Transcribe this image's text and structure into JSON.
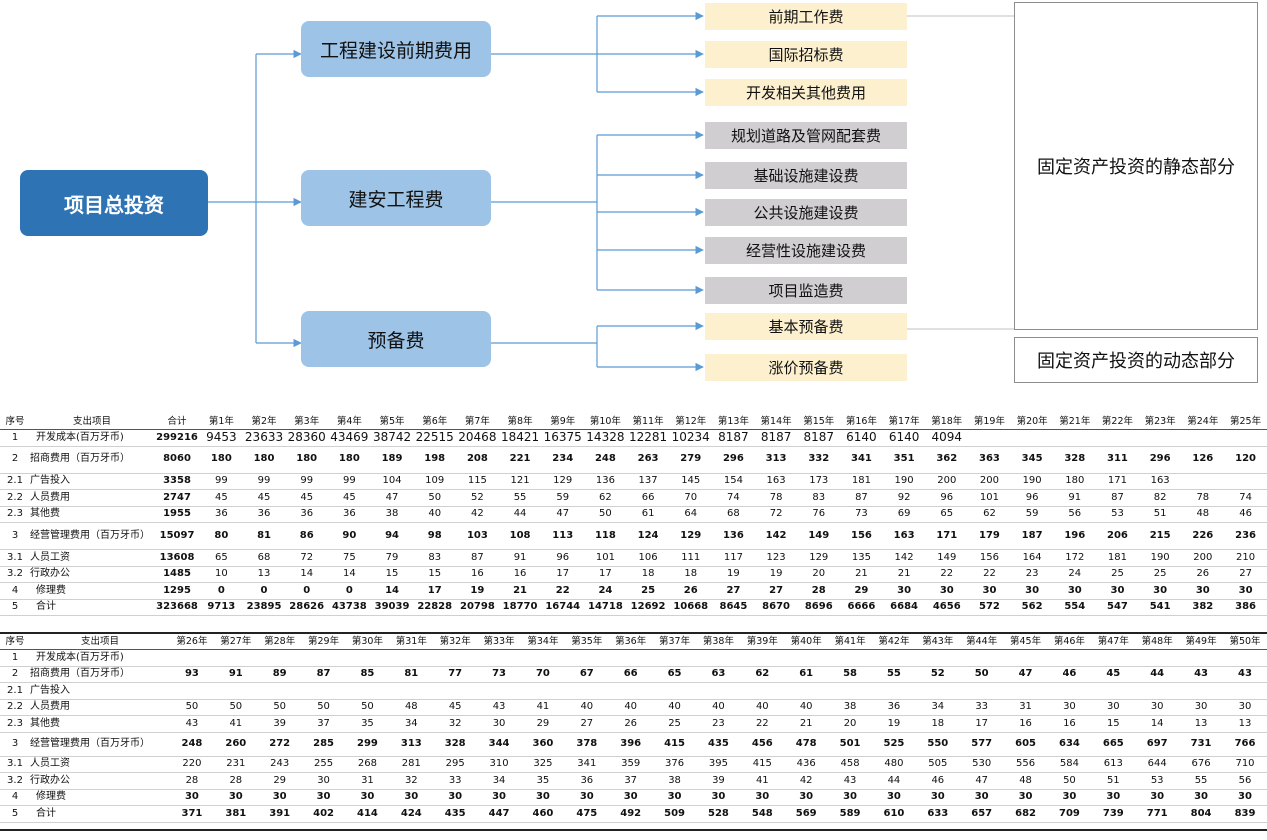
{
  "diagram": {
    "root": "项目总投资",
    "mid": [
      "工程建设前期费用",
      "建安工程费",
      "预备费"
    ],
    "leaves": [
      "前期工作费",
      "国际招标费",
      "开发相关其他费用",
      "规划道路及管网配套费",
      "基础设施建设费",
      "公共设施建设费",
      "经营性设施建设费",
      "项目监造费",
      "基本预备费",
      "涨价预备费"
    ],
    "static_label": "固定资产投资的静态部分",
    "dynamic_label": "固定资产投资的动态部分",
    "colors": {
      "root": "#2e74b5",
      "mid": "#9dc3e6",
      "leaf_yellow": "#fdf0cf",
      "leaf_gray": "#d0ced0",
      "line": "#5b9bd5"
    }
  },
  "table1": {
    "headers": [
      "序号",
      "支出项目",
      "合计",
      "第1年",
      "第2年",
      "第3年",
      "第4年",
      "第5年",
      "第6年",
      "第7年",
      "第8年",
      "第9年",
      "第10年",
      "第11年",
      "第12年",
      "第13年",
      "第14年",
      "第15年",
      "第16年",
      "第17年",
      "第18年",
      "第19年",
      "第20年",
      "第21年",
      "第22年",
      "第23年",
      "第24年",
      "第25年"
    ],
    "rows": [
      {
        "no": "1",
        "name": "开发成本(百万牙币)",
        "total": "299216",
        "values": [
          "9453",
          "23633",
          "28360",
          "43469",
          "38742",
          "22515",
          "20468",
          "18421",
          "16375",
          "14328",
          "12281",
          "10234",
          "8187",
          "8187",
          "8187",
          "6140",
          "6140",
          "4094",
          "",
          "",
          "",
          "",
          "",
          "",
          ""
        ]
      },
      {
        "no": "2",
        "name": "招商费用（百万牙币）",
        "total": "8060",
        "values": [
          "180",
          "180",
          "180",
          "180",
          "189",
          "198",
          "208",
          "221",
          "234",
          "248",
          "263",
          "279",
          "296",
          "313",
          "332",
          "341",
          "351",
          "362",
          "363",
          "345",
          "328",
          "311",
          "296",
          "126",
          "120"
        ]
      },
      {
        "no": "2.1",
        "name": "广告投入",
        "total": "3358",
        "values": [
          "99",
          "99",
          "99",
          "99",
          "104",
          "109",
          "115",
          "121",
          "129",
          "136",
          "137",
          "145",
          "154",
          "163",
          "173",
          "181",
          "190",
          "200",
          "200",
          "190",
          "180",
          "171",
          "163",
          "",
          ""
        ]
      },
      {
        "no": "2.2",
        "name": "人员费用",
        "total": "2747",
        "values": [
          "45",
          "45",
          "45",
          "45",
          "47",
          "50",
          "52",
          "55",
          "59",
          "62",
          "66",
          "70",
          "74",
          "78",
          "83",
          "87",
          "92",
          "96",
          "101",
          "96",
          "91",
          "87",
          "82",
          "78",
          "74"
        ]
      },
      {
        "no": "2.3",
        "name": "其他费",
        "total": "1955",
        "values": [
          "36",
          "36",
          "36",
          "36",
          "38",
          "40",
          "42",
          "44",
          "47",
          "50",
          "61",
          "64",
          "68",
          "72",
          "76",
          "73",
          "69",
          "65",
          "62",
          "59",
          "56",
          "53",
          "51",
          "48",
          "46"
        ]
      },
      {
        "no": "3",
        "name": "经营管理费用（百万牙币）",
        "total": "15097",
        "values": [
          "80",
          "81",
          "86",
          "90",
          "94",
          "98",
          "103",
          "108",
          "113",
          "118",
          "124",
          "129",
          "136",
          "142",
          "149",
          "156",
          "163",
          "171",
          "179",
          "187",
          "196",
          "206",
          "215",
          "226",
          "236"
        ]
      },
      {
        "no": "3.1",
        "name": "人员工资",
        "total": "13608",
        "values": [
          "65",
          "68",
          "72",
          "75",
          "79",
          "83",
          "87",
          "91",
          "96",
          "101",
          "106",
          "111",
          "117",
          "123",
          "129",
          "135",
          "142",
          "149",
          "156",
          "164",
          "172",
          "181",
          "190",
          "200",
          "210"
        ]
      },
      {
        "no": "3.2",
        "name": "行政办公",
        "total": "1485",
        "values": [
          "10",
          "13",
          "14",
          "14",
          "15",
          "15",
          "16",
          "16",
          "17",
          "17",
          "18",
          "18",
          "19",
          "19",
          "20",
          "21",
          "21",
          "22",
          "22",
          "23",
          "24",
          "25",
          "25",
          "26",
          "27"
        ]
      },
      {
        "no": "4",
        "name": "修理费",
        "total": "1295",
        "values": [
          "0",
          "0",
          "0",
          "0",
          "14",
          "17",
          "19",
          "21",
          "22",
          "24",
          "25",
          "26",
          "27",
          "27",
          "28",
          "29",
          "30",
          "30",
          "30",
          "30",
          "30",
          "30",
          "30",
          "30",
          "30"
        ]
      },
      {
        "no": "5",
        "name": "合计",
        "total": "323668",
        "values": [
          "9713",
          "23895",
          "28626",
          "43738",
          "39039",
          "22828",
          "20798",
          "18770",
          "16744",
          "14718",
          "12692",
          "10668",
          "8645",
          "8670",
          "8696",
          "6666",
          "6684",
          "4656",
          "572",
          "562",
          "554",
          "547",
          "541",
          "382",
          "386"
        ]
      }
    ]
  },
  "table2": {
    "headers": [
      "序号",
      "支出项目",
      "第26年",
      "第27年",
      "第28年",
      "第29年",
      "第30年",
      "第31年",
      "第32年",
      "第33年",
      "第34年",
      "第35年",
      "第36年",
      "第37年",
      "第38年",
      "第39年",
      "第40年",
      "第41年",
      "第42年",
      "第43年",
      "第44年",
      "第45年",
      "第46年",
      "第47年",
      "第48年",
      "第49年",
      "第50年"
    ],
    "rows": [
      {
        "no": "1",
        "name": "开发成本(百万牙币)",
        "values": [
          "",
          "",
          "",
          "",
          "",
          "",
          "",
          "",
          "",
          "",
          "",
          "",
          "",
          "",
          "",
          "",
          "",
          "",
          "",
          "",
          "",
          "",
          "",
          "",
          ""
        ]
      },
      {
        "no": "2",
        "name": "招商费用（百万牙币）",
        "values": [
          "93",
          "91",
          "89",
          "87",
          "85",
          "81",
          "77",
          "73",
          "70",
          "67",
          "66",
          "65",
          "63",
          "62",
          "61",
          "58",
          "55",
          "52",
          "50",
          "47",
          "46",
          "45",
          "44",
          "43",
          "43"
        ]
      },
      {
        "no": "2.1",
        "name": "广告投入",
        "values": [
          "",
          "",
          "",
          "",
          "",
          "",
          "",
          "",
          "",
          "",
          "",
          "",
          "",
          "",
          "",
          "",
          "",
          "",
          "",
          "",
          "",
          "",
          "",
          "",
          ""
        ]
      },
      {
        "no": "2.2",
        "name": "人员费用",
        "values": [
          "50",
          "50",
          "50",
          "50",
          "50",
          "48",
          "45",
          "43",
          "41",
          "40",
          "40",
          "40",
          "40",
          "40",
          "40",
          "38",
          "36",
          "34",
          "33",
          "31",
          "30",
          "30",
          "30",
          "30",
          "30"
        ]
      },
      {
        "no": "2.3",
        "name": "其他费",
        "values": [
          "43",
          "41",
          "39",
          "37",
          "35",
          "34",
          "32",
          "30",
          "29",
          "27",
          "26",
          "25",
          "23",
          "22",
          "21",
          "20",
          "19",
          "18",
          "17",
          "16",
          "16",
          "15",
          "14",
          "13",
          "13"
        ]
      },
      {
        "no": "3",
        "name": "经营管理费用（百万牙币）",
        "values": [
          "248",
          "260",
          "272",
          "285",
          "299",
          "313",
          "328",
          "344",
          "360",
          "378",
          "396",
          "415",
          "435",
          "456",
          "478",
          "501",
          "525",
          "550",
          "577",
          "605",
          "634",
          "665",
          "697",
          "731",
          "766"
        ]
      },
      {
        "no": "3.1",
        "name": "人员工资",
        "values": [
          "220",
          "231",
          "243",
          "255",
          "268",
          "281",
          "295",
          "310",
          "325",
          "341",
          "359",
          "376",
          "395",
          "415",
          "436",
          "458",
          "480",
          "505",
          "530",
          "556",
          "584",
          "613",
          "644",
          "676",
          "710"
        ]
      },
      {
        "no": "3.2",
        "name": "行政办公",
        "values": [
          "28",
          "28",
          "29",
          "30",
          "31",
          "32",
          "33",
          "34",
          "35",
          "36",
          "37",
          "38",
          "39",
          "41",
          "42",
          "43",
          "44",
          "46",
          "47",
          "48",
          "50",
          "51",
          "53",
          "55",
          "56"
        ]
      },
      {
        "no": "4",
        "name": "修理费",
        "values": [
          "30",
          "30",
          "30",
          "30",
          "30",
          "30",
          "30",
          "30",
          "30",
          "30",
          "30",
          "30",
          "30",
          "30",
          "30",
          "30",
          "30",
          "30",
          "30",
          "30",
          "30",
          "30",
          "30",
          "30",
          "30"
        ]
      },
      {
        "no": "5",
        "name": "合计",
        "values": [
          "371",
          "381",
          "391",
          "402",
          "414",
          "424",
          "435",
          "447",
          "460",
          "475",
          "492",
          "509",
          "528",
          "548",
          "569",
          "589",
          "610",
          "633",
          "657",
          "682",
          "709",
          "739",
          "771",
          "804",
          "839"
        ]
      }
    ]
  }
}
